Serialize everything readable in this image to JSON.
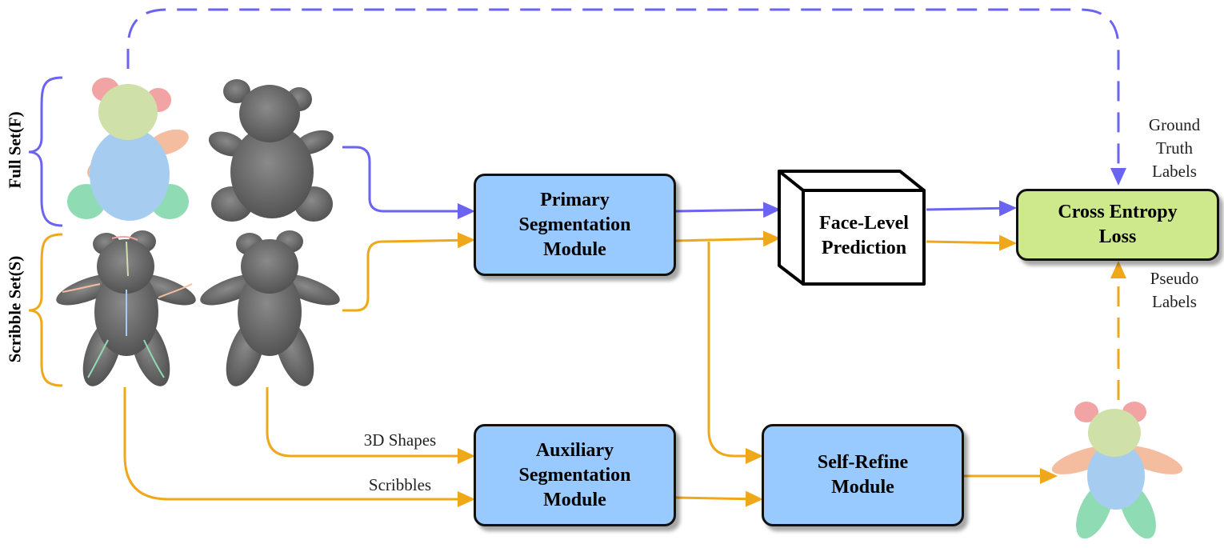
{
  "sets": {
    "full": "Full Set(F)",
    "scribble": "Scribble Set(S)"
  },
  "modules": {
    "primary": [
      "Primary",
      "Segmentation",
      "Module"
    ],
    "auxiliary": [
      "Auxiliary",
      "Segmentation",
      "Module"
    ],
    "self_refine": [
      "Self-Refine",
      "Module"
    ],
    "loss": [
      "Cross Entropy",
      "Loss"
    ],
    "prediction": [
      "Face-Level",
      "Prediction"
    ]
  },
  "labels": {
    "ground_truth": [
      "Ground",
      "Truth",
      "Labels"
    ],
    "pseudo": [
      "Pseudo",
      "Labels"
    ],
    "shapes": "3D Shapes",
    "scribbles": "Scribbles"
  },
  "colors": {
    "full_path": "#6b63f2",
    "scribble_path": "#f0a81b",
    "module_fill": "#99caff",
    "loss_fill": "#cde98b",
    "mesh_gray": "#6c6c6c",
    "part_head": "#cfe0a8",
    "part_ear": "#f2a3a3",
    "part_body": "#a6cdf0",
    "part_arm": "#f5bd9f",
    "part_leg": "#8fdcb4"
  }
}
